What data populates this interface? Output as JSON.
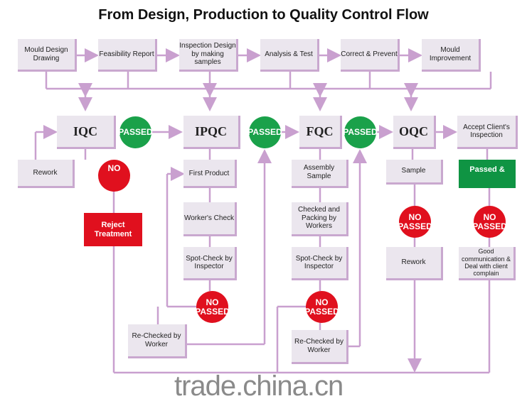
{
  "title": "From Design, Production to Quality Control Flow",
  "top_row": [
    "Mould Design Drawing",
    "Feasibility Report",
    "Inspection Design by making samples",
    "Analysis & Test",
    "Correct & Prevent",
    "Mould Improvement"
  ],
  "stages": {
    "iqc": "IQC",
    "ipqc": "IPQC",
    "fqc": "FQC",
    "oqc": "OQC",
    "accept": "Accept Client's Inspection"
  },
  "passed": "PASSED",
  "no": "NO",
  "no_passed": "NO PASSED",
  "iqc_col": {
    "rework": "Rework",
    "reject": "Reject Treatment"
  },
  "ipqc_col": {
    "first": "First Product",
    "worker": "Worker's Check",
    "spot": "Spot-Check by Inspector",
    "recheck": "Re-Checked by Worker"
  },
  "fqc_col": {
    "assembly": "Assembly Sample",
    "packing": "Checked and Packing by Workers",
    "spot": "Spot-Check by Inspector",
    "recheck": "Re-Checked by Worker"
  },
  "oqc_col": {
    "sample": "Sample",
    "rework": "Rework"
  },
  "client_col": {
    "passed": "Passed &",
    "good": "Good communication & Deal with client complain"
  },
  "watermark": "trade.china.cn"
}
